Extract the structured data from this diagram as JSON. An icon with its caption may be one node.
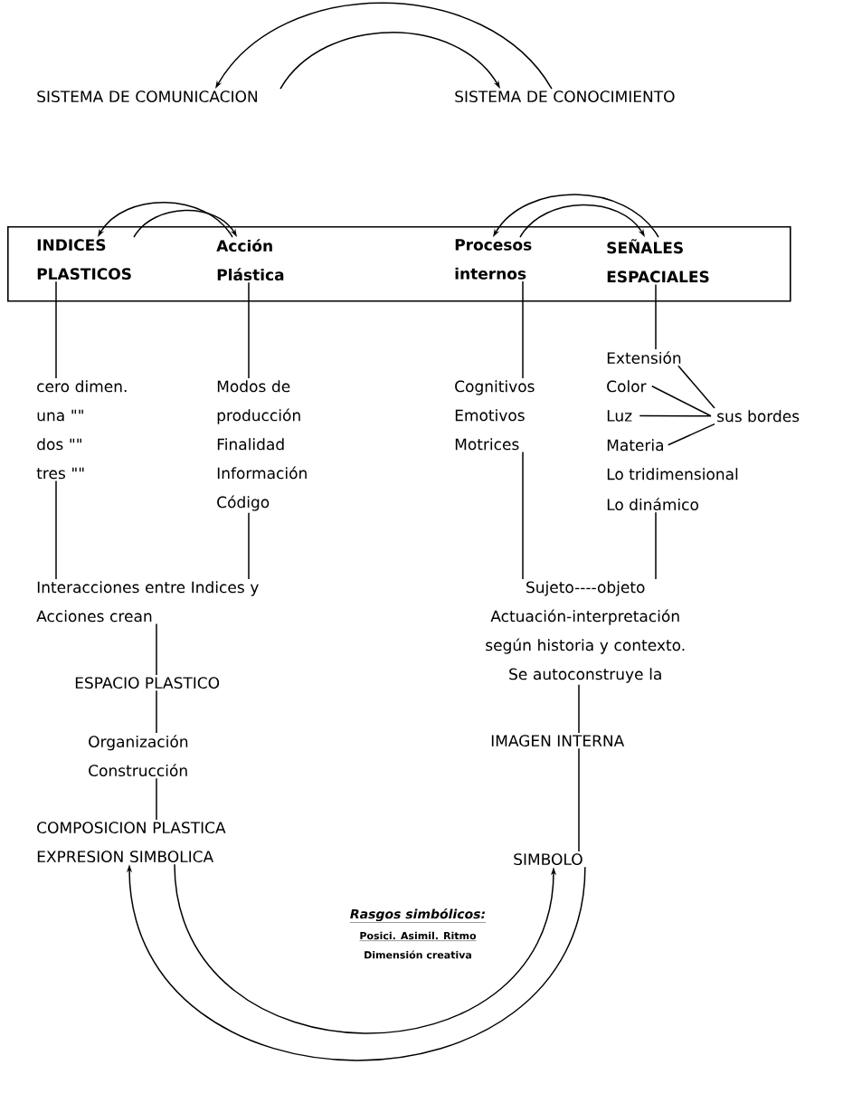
{
  "diagram": {
    "nodes": [
      {
        "text": [
          "SISTEMA DE COMUNICACION"
        ]
      },
      {
        "text": [
          "SISTEMA DE CONOCIMIENTO"
        ]
      },
      {
        "text": [],
        "shape": "box"
      },
      {
        "text": [
          "INDICES PLASTICOS"
        ],
        "in": 2
      },
      {
        "text": [
          "Acción Plástica"
        ],
        "in": 2
      },
      {
        "text": [
          "Procesos internos"
        ],
        "in": 2
      },
      {
        "text": [
          "SEÑALES ESPACIALES"
        ],
        "in": 2
      },
      {
        "text": [
          "cero dimen.",
          "una \"\"",
          "dos \"\"",
          "tres \"\""
        ]
      },
      {
        "text": [
          "Modos de producción",
          "Finalidad",
          "Información",
          "Código"
        ]
      },
      {
        "text": [
          "Cognitivos",
          "Emotivos",
          "Motrices"
        ]
      },
      {
        "text": [
          "Extensión"
        ]
      },
      {
        "text": [
          "Color"
        ]
      },
      {
        "text": [
          "Luz"
        ]
      },
      {
        "text": [
          "Materia"
        ]
      },
      {
        "text": [
          "Lo tridimensional"
        ]
      },
      {
        "text": [
          "Lo dinámico"
        ]
      },
      {
        "text": [
          "sus bordes"
        ]
      },
      {
        "text": [
          "Interacciones entre Indices y Acciones crean"
        ]
      },
      {
        "text": [
          "ESPACIO PLASTICO"
        ]
      },
      {
        "text": [
          "Organización",
          "Construcción"
        ]
      },
      {
        "text": [
          "COMPOSICION PLASTICA",
          "EXPRESION SIMBOLICA"
        ]
      },
      {
        "text": [
          "Sujeto----objeto",
          "Actuación-interpretación según historia y contexto.",
          "Se autoconstruye la"
        ]
      },
      {
        "text": [
          "IMAGEN INTERNA"
        ]
      },
      {
        "text": [
          "SIMBOLO"
        ]
      }
    ],
    "edges": [
      {
        "from": 1,
        "to": 0,
        "arrow": "to"
      },
      {
        "from": 0,
        "to": 1,
        "arrow": "to"
      },
      {
        "from": 4,
        "to": 3,
        "arrow": "to"
      },
      {
        "from": 3,
        "to": 4,
        "arrow": "to"
      },
      {
        "from": 6,
        "to": 5,
        "arrow": "to"
      },
      {
        "from": 5,
        "to": 6,
        "arrow": "to"
      },
      {
        "from": 3,
        "to": 7,
        "arrow": "none"
      },
      {
        "from": 4,
        "to": 8,
        "arrow": "none"
      },
      {
        "from": 5,
        "to": 9,
        "arrow": "none"
      },
      {
        "from": 6,
        "to": 10,
        "arrow": "none"
      },
      {
        "from": 10,
        "to": 16,
        "arrow": "none"
      },
      {
        "from": 11,
        "to": 16,
        "arrow": "none"
      },
      {
        "from": 12,
        "to": 16,
        "arrow": "none"
      },
      {
        "from": 13,
        "to": 16,
        "arrow": "none"
      },
      {
        "from": 7,
        "to": 17,
        "arrow": "none"
      },
      {
        "from": 8,
        "to": 17,
        "arrow": "none"
      },
      {
        "from": 17,
        "to": 18,
        "arrow": "none"
      },
      {
        "from": 18,
        "to": 19,
        "arrow": "none"
      },
      {
        "from": 19,
        "to": 20,
        "arrow": "none"
      },
      {
        "from": 9,
        "to": 21,
        "arrow": "none"
      },
      {
        "from": 15,
        "to": 21,
        "arrow": "none"
      },
      {
        "from": 21,
        "to": 22,
        "arrow": "none"
      },
      {
        "from": 22,
        "to": 23,
        "arrow": "none"
      },
      {
        "from": 20,
        "to": 23,
        "arrow": "to"
      },
      {
        "from": 23,
        "to": 20,
        "arrow": "to"
      }
    ],
    "labels": [
      "Rasgos simbólicos:",
      "Posici. Asimil. Ritmo",
      "Dimensión creativa"
    ]
  }
}
